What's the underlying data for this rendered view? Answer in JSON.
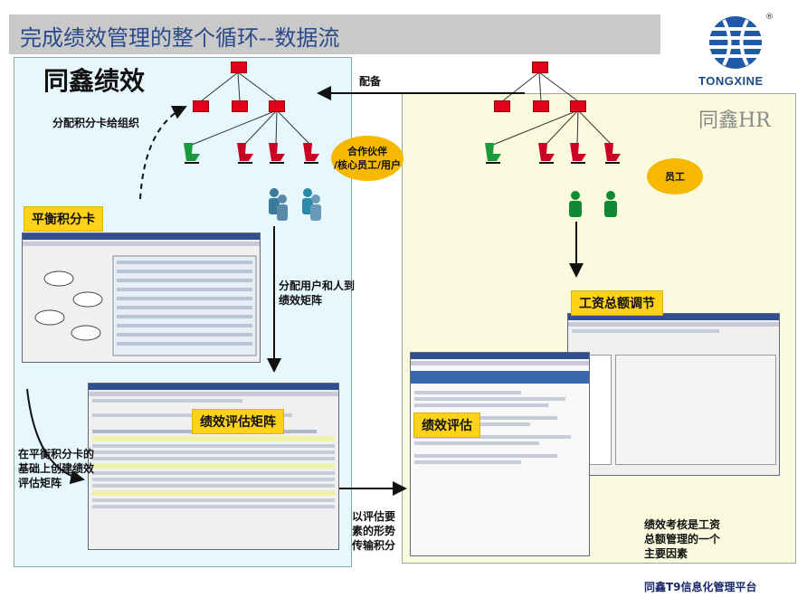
{
  "title": "完成绩效管理的整个循环--数据流",
  "logo": {
    "text": "TONGXINE",
    "registered": "®"
  },
  "left_panel": {
    "label": "同鑫绩效",
    "annotation_assign": "分配积分卡给组织",
    "bubble": "合作伙伴\n/核心员工/用户",
    "bsc_label": "平衡积分卡",
    "assign_users": "分配用户和人到\n绩效矩阵",
    "matrix_label": "绩效评估矩阵",
    "create_matrix": "在平衡积分卡的\n基础上创建绩效\n评估矩阵"
  },
  "transfer_label": "配备",
  "right_panel": {
    "label": "同鑫HR",
    "bubble": "员工",
    "salary_label": "工资总额调节",
    "eval_label": "绩效评估",
    "factor_note": "绩效考核是工资\n总额管理的一个\n主要因素"
  },
  "transmit_label": "以评估要\n素的形势\n传输积分",
  "footer": "同鑫T9信息化管理平台",
  "colors": {
    "org_node": "#e0001c",
    "highlight": "#ffd21a",
    "bubble": "#f6b800",
    "left_bg": "#e6f7fd",
    "right_bg": "#fafbde"
  }
}
